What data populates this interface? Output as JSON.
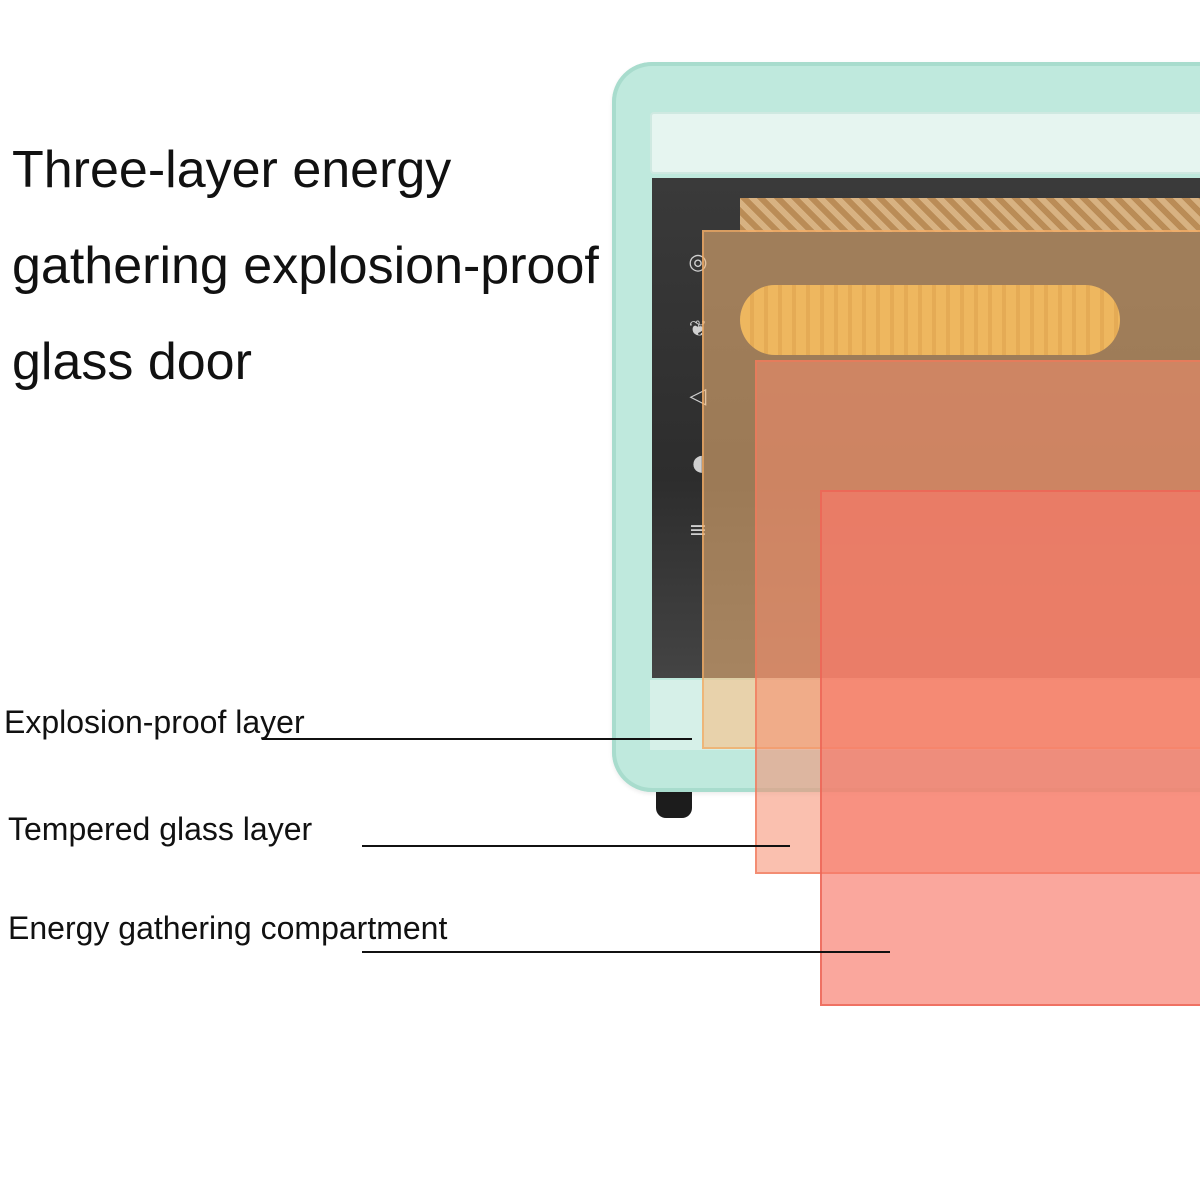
{
  "title": {
    "line1": "Three-layer energy",
    "line2": "gathering explosion-proof",
    "line3": "glass door"
  },
  "callouts": [
    {
      "label": "Explosion-proof layer"
    },
    {
      "label": "Tempered glass layer"
    },
    {
      "label": "Energy gathering compartment"
    }
  ],
  "colors": {
    "oven_body": "#bfe9dd",
    "layer1": "#f7ba78",
    "layer2": "#f68c6e",
    "layer3": "#f77869"
  }
}
